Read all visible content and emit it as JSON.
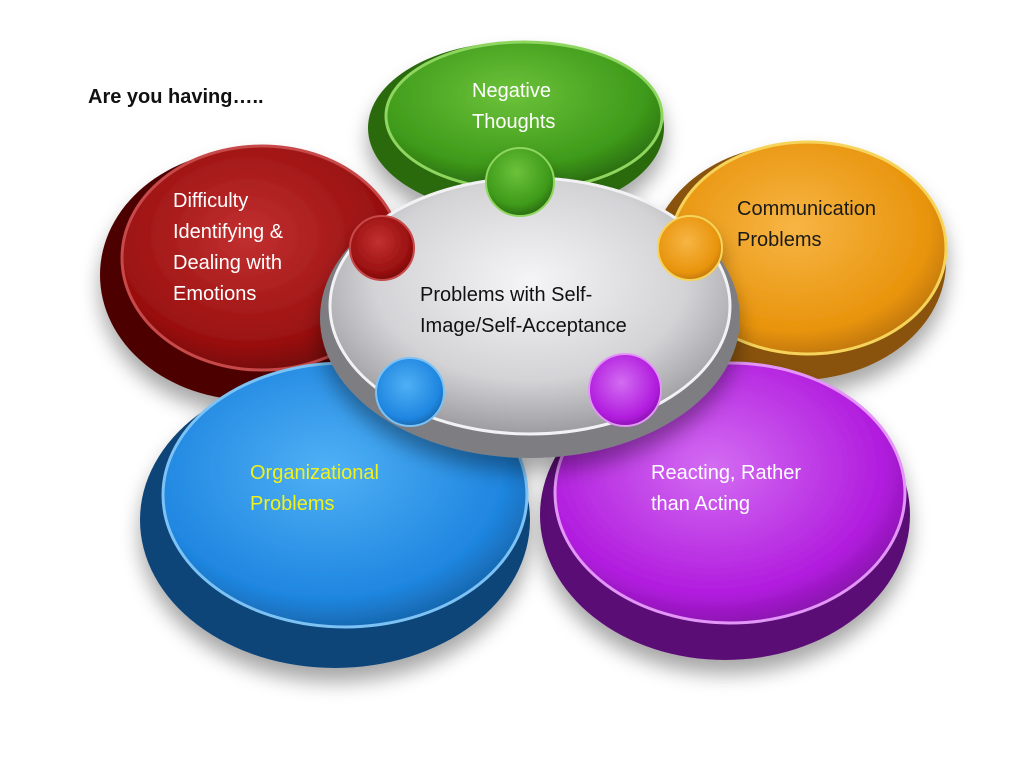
{
  "heading": "Are you having…..",
  "center": {
    "lines": [
      "Problems with Self-",
      "Image/Self-Acceptance"
    ],
    "text_color": "#111111",
    "fill_color": "#d3d3d6"
  },
  "petals": {
    "negative_thoughts": {
      "lines": [
        "Negative",
        "Thoughts"
      ],
      "color": "#3e9a1a",
      "text_color": "#ffffff"
    },
    "communication": {
      "lines": [
        "Communication",
        "Problems"
      ],
      "color": "#e8940c",
      "text_color": "#1a1a1a"
    },
    "reacting": {
      "lines": [
        "Reacting, Rather",
        "than Acting"
      ],
      "color": "#b11cde",
      "text_color": "#ffffff"
    },
    "organizational": {
      "lines": [
        "Organizational",
        "Problems"
      ],
      "color": "#1f86e0",
      "text_color": "#f2f21a"
    },
    "emotions": {
      "lines": [
        "Difficulty",
        "Identifying &",
        "Dealing with",
        "Emotions"
      ],
      "color": "#991010",
      "text_color": "#ffffff"
    }
  }
}
